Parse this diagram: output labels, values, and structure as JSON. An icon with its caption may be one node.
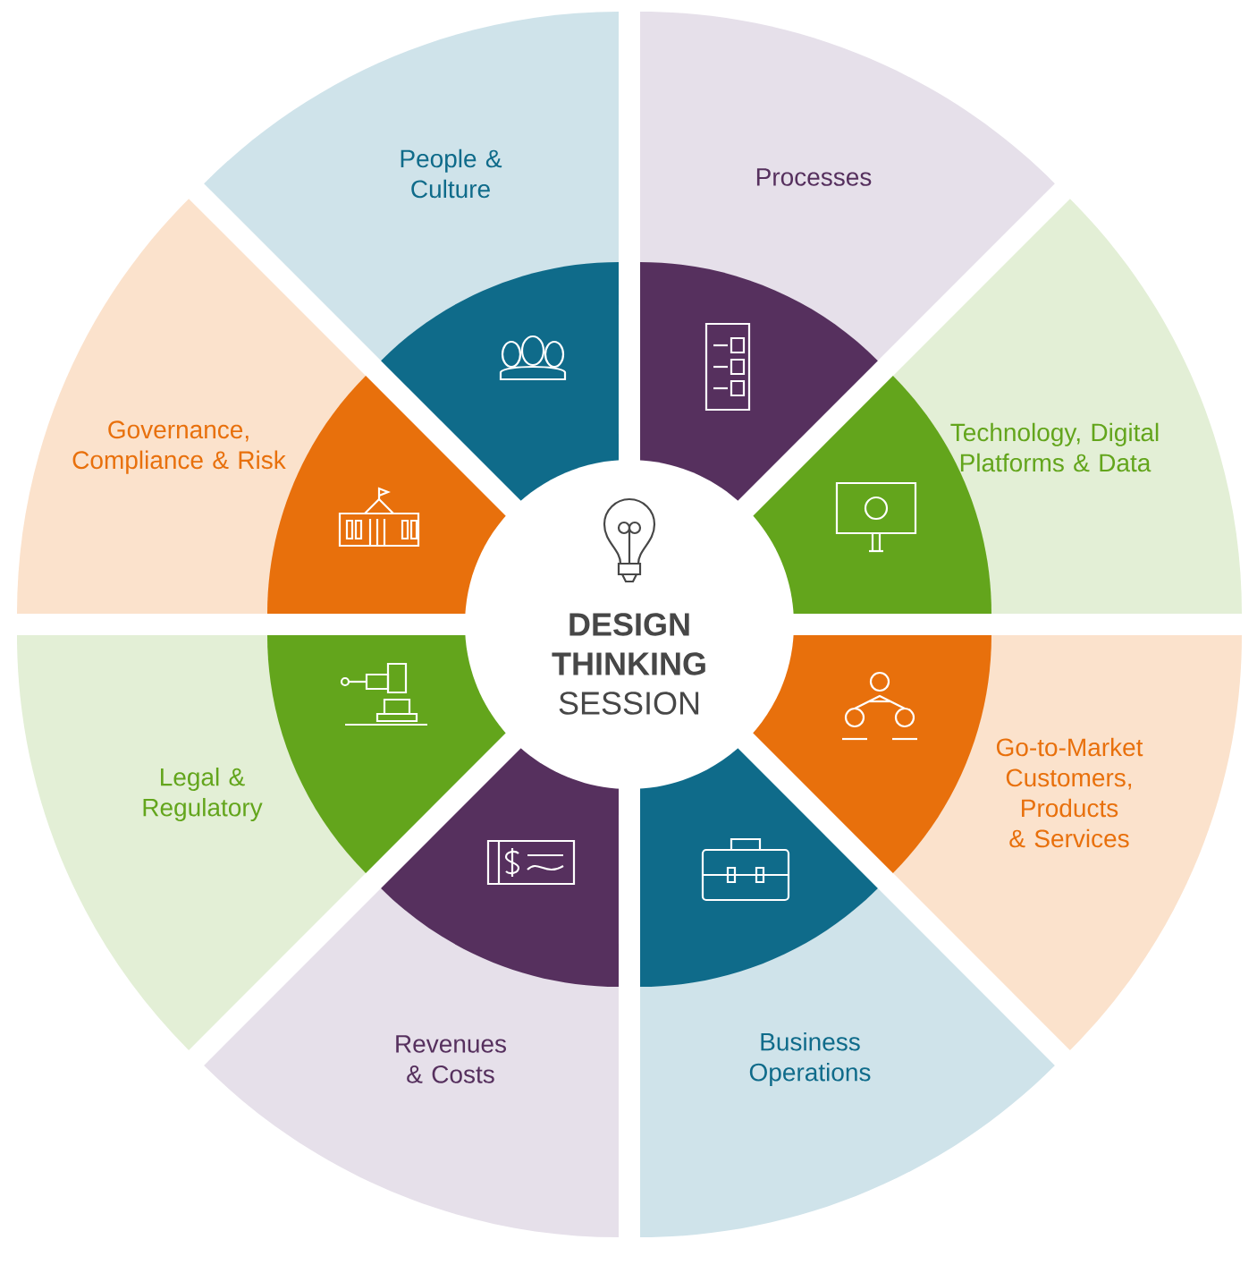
{
  "diagram": {
    "nodes": [
      {
        "text": [
          "People & Culture"
        ]
      },
      {
        "text": [
          "Processes"
        ]
      },
      {
        "text": [
          "Governance, Compliance & Risk"
        ]
      },
      {
        "text": [
          "Technology, Digital Platforms & Data"
        ]
      },
      {
        "text": [
          "**DESIGN THINKING** SESSION"
        ]
      },
      {
        "text": [
          "Legal & Regulatory"
        ]
      },
      {
        "text": [
          "Go-to-Market Customers, Products & Services"
        ]
      },
      {
        "text": [
          "Revenues & Costs"
        ]
      },
      {
        "text": [
          "Business Operations"
        ]
      }
    ]
  }
}
